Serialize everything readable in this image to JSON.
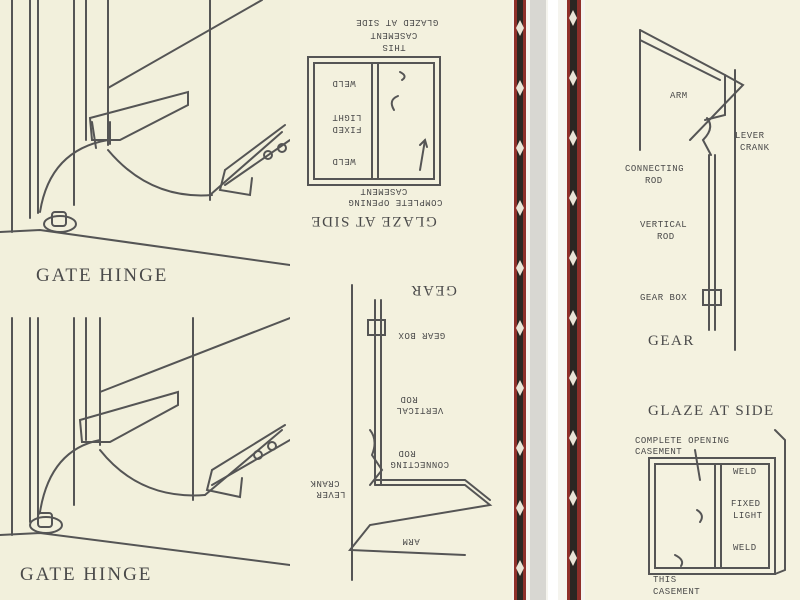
{
  "left_page": {
    "caption_top": "GATE HINGE",
    "caption_bottom": "GATE HINGE"
  },
  "middle_page": {
    "glaze_heading": "GLAZE AT SIDE",
    "gear_heading": "GEAR",
    "casement_title": [
      "THIS",
      "CASEMENT",
      "GLAZED AT SIDE"
    ],
    "labels": {
      "weld_top": "WELD",
      "fixed_light": [
        "FIXED",
        "LIGHT"
      ],
      "weld_bottom": "WELD",
      "complete_opening": [
        "COMPLETE OPENING",
        "CASEMENT"
      ],
      "gear_box": "GEAR BOX",
      "vertical_rod": [
        "VERTICAL",
        "ROD"
      ],
      "connecting_rod": [
        "CONNECTING",
        "ROD"
      ],
      "lever_crank": [
        "LEVER",
        "CRANK"
      ],
      "arm": "ARM"
    }
  },
  "right_page": {
    "gear_heading": "GEAR",
    "glaze_heading": "GLAZE AT SIDE",
    "labels": {
      "arm": "ARM",
      "lever_crank": [
        "LEVER",
        "CRANK"
      ],
      "connecting_rod": [
        "CONNECTING",
        "ROD"
      ],
      "vertical_rod": [
        "VERTICAL",
        "ROD"
      ],
      "gear_box": "GEAR BOX",
      "complete_opening": [
        "COMPLETE OPENING",
        "CASEMENT"
      ],
      "weld_top": "WELD",
      "fixed_light": [
        "FIXED",
        "LIGHT"
      ],
      "weld_bottom": "WELD",
      "casement_title": [
        "THIS",
        "CASEMENT"
      ]
    }
  },
  "colors": {
    "paper": "#f3f1df",
    "ink": "#4a4a4a",
    "spine_red": "#8e2f2a",
    "spine_dark": "#2c2622"
  }
}
